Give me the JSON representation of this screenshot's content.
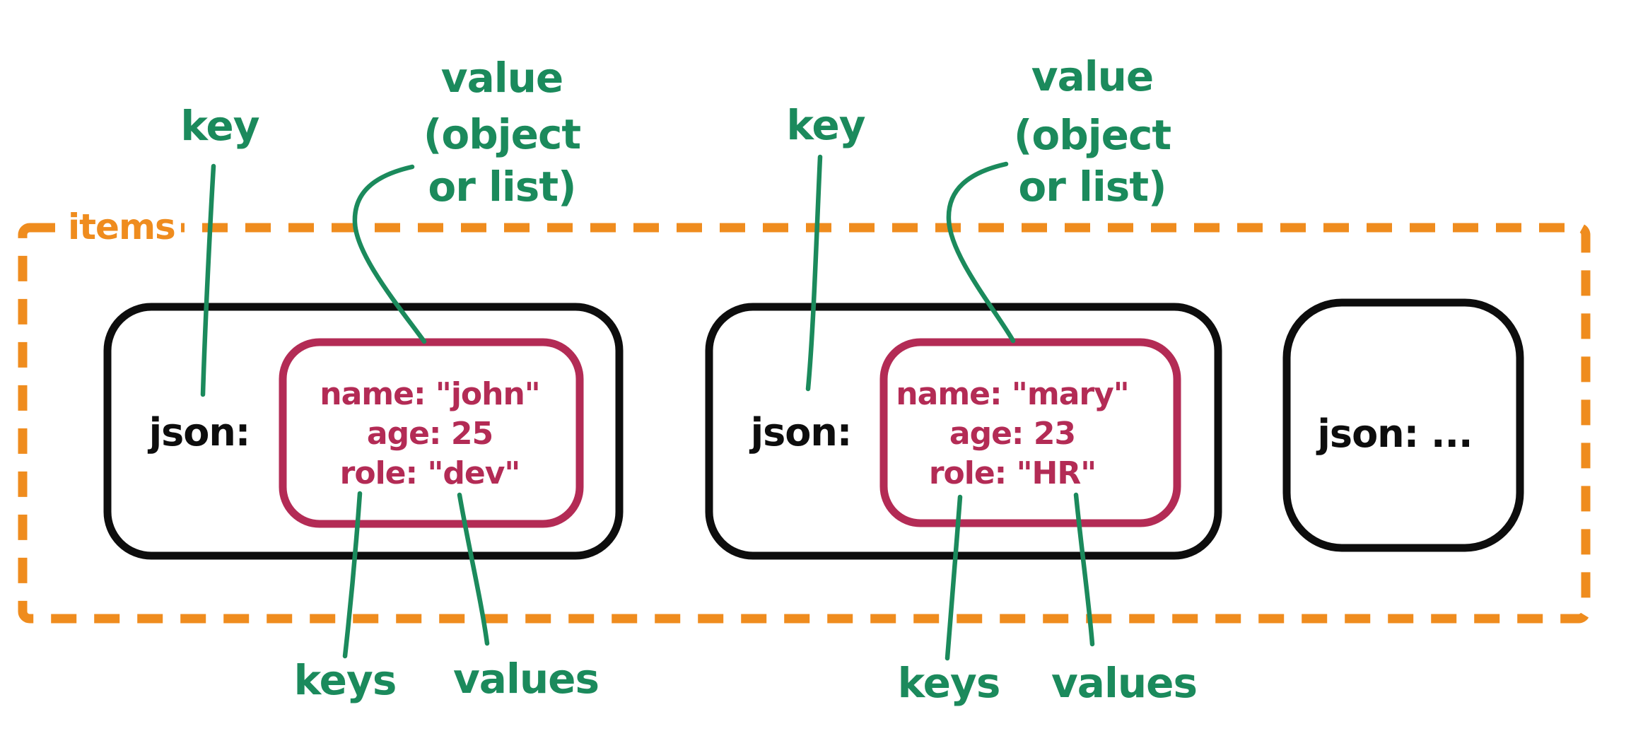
{
  "boundary": {
    "label": "items"
  },
  "annotations": {
    "key_label": "key",
    "value_label_lines": [
      "value",
      "(object",
      "or list)"
    ],
    "keys_label": "keys",
    "values_label": "values"
  },
  "cards": [
    {
      "key_label": "json:",
      "entries": [
        "name: \"john\"",
        "age: 25",
        "role: \"dev\""
      ]
    },
    {
      "key_label": "json:",
      "entries": [
        "name: \"mary\"",
        "age: 23",
        "role: \"HR\""
      ]
    },
    {
      "key_label": "json:  ..."
    }
  ],
  "colors": {
    "orange": "#ef8c1e",
    "green": "#1b8a5c",
    "crimson": "#b32b55",
    "ink": "#0d0d0d"
  }
}
